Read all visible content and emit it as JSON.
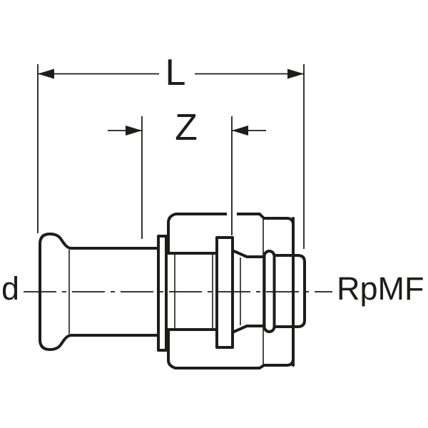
{
  "colors": {
    "background": "#ffffff",
    "line": "#1d1d1b"
  },
  "labels": {
    "overall_length": "L",
    "offset": "Z",
    "diameter": "d",
    "thread": "RpMF"
  }
}
